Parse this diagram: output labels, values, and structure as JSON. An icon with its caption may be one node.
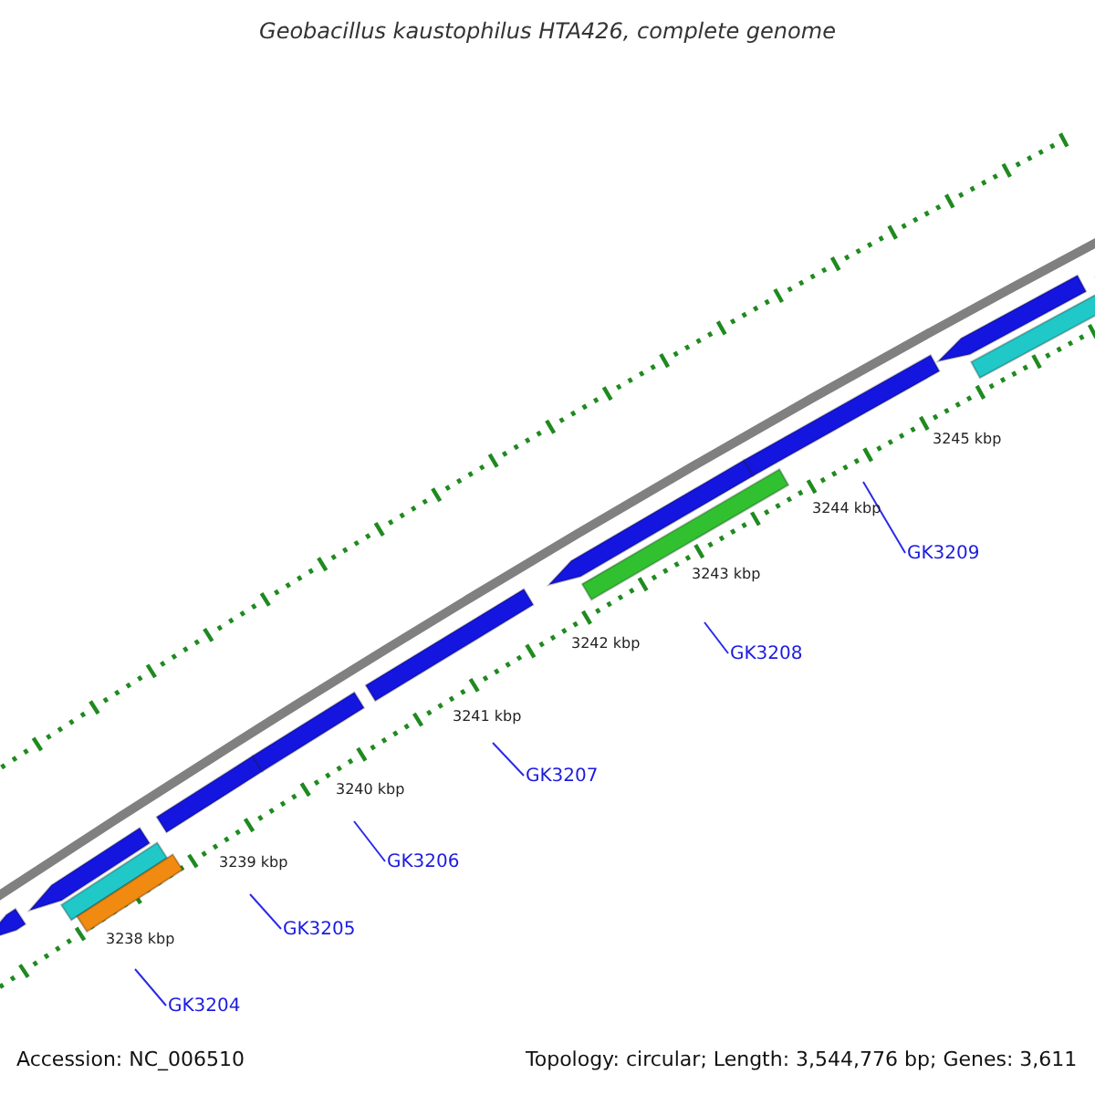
{
  "diagram": {
    "title": "Geobacillus kaustophilus HTA426, complete genome",
    "nodes": [
      {
        "text": [
          "GK3204"
        ]
      },
      {
        "text": [
          "GK3205"
        ]
      },
      {
        "text": [
          "GK3206"
        ]
      },
      {
        "text": [
          "GK3207"
        ]
      },
      {
        "text": [
          "GK3208"
        ]
      },
      {
        "text": [
          "GK3209"
        ]
      }
    ],
    "edges": [
      {
        "from": 0,
        "to": null,
        "arrow": "none"
      },
      {
        "from": 1,
        "to": null,
        "arrow": "none"
      },
      {
        "from": 2,
        "to": null,
        "arrow": "none"
      },
      {
        "from": 3,
        "to": null,
        "arrow": "none"
      },
      {
        "from": 4,
        "to": null,
        "arrow": "none"
      },
      {
        "from": 5,
        "to": null,
        "arrow": "none"
      }
    ],
    "labels": [
      "3238 kbp",
      "3239 kbp",
      "3240 kbp",
      "3241 kbp",
      "3242 kbp",
      "3243 kbp",
      "3244 kbp",
      "3245 kbp",
      "Accession: NC_006510",
      "Topology: circular; Length: 3,544,776 bp; Genes: 3,611"
    ]
  }
}
